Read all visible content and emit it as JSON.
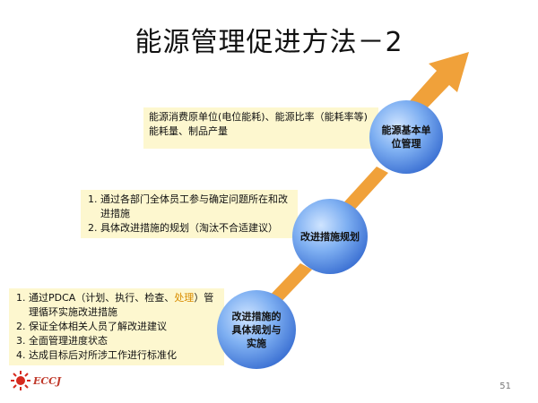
{
  "title": "能源管理促进方法－2",
  "box1": {
    "line1": "能源消费原单位(电位能耗)、能源比率（能耗率等)",
    "line2": "能耗量、制品产量"
  },
  "box2": {
    "items": [
      "通过各部门全体员工参与确定问题所在和改进措施",
      "具体改进措施的规划（淘汰不合适建议）"
    ]
  },
  "box3": {
    "item1_pre": "通过PDCA（计划、执行、检查、",
    "item1_highlight": "处理",
    "item1_post": "）管理循环实施改进措施",
    "item2": "保证全体相关人员了解改进建议",
    "item3": "全面管理进度状态",
    "item4": "达成目标后对所涉工作进行标准化"
  },
  "circles": {
    "c1": "能源基本单位管理",
    "c2": "改进措施规划",
    "c3": "改进措施的具体规划与实施"
  },
  "page_number": "51",
  "logo_text": "ECCJ",
  "colors": {
    "arrow": "#f0a13a",
    "box_fill": "#fdf7cf",
    "circle": "#3a6fd2",
    "highlight": "#d98c00"
  }
}
